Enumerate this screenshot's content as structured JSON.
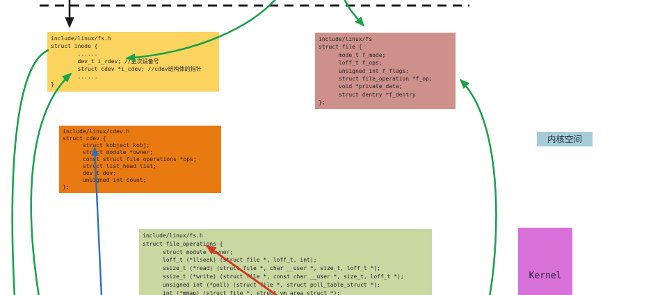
{
  "region_labels": {
    "kernel_space_tag": "内核空间",
    "kernel_box_label": "Kernel"
  },
  "boxes": {
    "inode": {
      "file": "include/linux/fs.h",
      "lines": [
        "include/linux/fs.h",
        "struct inode {",
        "        ......",
        "        dev_t i_rdev; //主次设备号",
        "        struct cdev *i_cdev; //cdev结构体的指针",
        "        ......",
        "}"
      ]
    },
    "file": {
      "file": "include/linux/fs",
      "lines": [
        "include/linux/fs",
        "struct file {",
        "      mode_t f_mode;",
        "      loff_t f_ops;",
        "      unsigned int f_flags;",
        "      struct file_operation *f_op;",
        "      void *private_data;",
        "      struct dentry *f_dentry",
        "};"
      ]
    },
    "cdev": {
      "file": "include/linux/cdev.h",
      "lines": [
        "include/linux/cdev.h",
        "struct cdev {",
        "      struct kobject kobj;",
        "      struct module *owner;",
        "      const struct file_operations *ops;",
        "      struct list_head list;",
        "      dev_t dev;",
        "      unsigned int count;",
        "};"
      ]
    },
    "file_operations": {
      "file": "include/linux/fs.h",
      "lines": [
        "include/linux/fs.h",
        "struct file_operations {",
        "      struct module *owner;",
        "      loff_t (*llseek) (struct file *, loff_t, int);",
        "      ssize_t (*read) (struct file *, char __user *, size_t, loff_t *);",
        "      ssize_t (*write) (struct file *, const char __user *, size_t, loff_t *);",
        "      unsigned int (*poll) (struct file *, struct poll_table_struct *);",
        "      int (*mmap) (struct file *, struct vm_area_struct *);"
      ]
    }
  },
  "arrows": [
    {
      "name": "user-space-to-inode",
      "style": "solid-black",
      "from": "above dashed divider",
      "to": "top of struct inode box"
    },
    {
      "name": "user-space-curve-to-i_rdev",
      "style": "green-curve",
      "from": "above dashed divider",
      "to": "dev_t i_rdev line in struct inode"
    },
    {
      "name": "user-space-curve-to-file",
      "style": "green-curve",
      "from": "above dashed divider",
      "to": "top of struct file box"
    },
    {
      "name": "bottom-curve-from-inode",
      "style": "green-curve",
      "from": "left edge of struct inode",
      "to": "below bottom edge"
    },
    {
      "name": "bottom-curve-to-i_cdev",
      "style": "green-curve",
      "from": "below bottom edge",
      "to": "struct cdev *i_cdev line in struct inode"
    },
    {
      "name": "bottom-curve-to-f_op",
      "style": "green-curve",
      "from": "below bottom edge",
      "to": "struct file_operation *f_op line in struct file"
    },
    {
      "name": "bottom-arrow-to-cdev",
      "style": "blue-line",
      "from": "below bottom edge",
      "to": "struct cdev box"
    },
    {
      "name": "bottom-arrow-to-file-operations",
      "style": "red-line",
      "from": "below bottom edge",
      "to": "struct file_operations title"
    }
  ],
  "colors": {
    "inode_box": "#fbd35f",
    "file_box": "#cd908a",
    "cdev_box": "#e97911",
    "file_operations_box": "#c9d7a0",
    "kernel_box": "#d971db",
    "kernel_space_tag_bg": "#a6ccda",
    "arrow_green": "#19a24a",
    "arrow_blue": "#2a6fc0",
    "arrow_red": "#d03a28",
    "divider_black": "#1a1a1a"
  }
}
